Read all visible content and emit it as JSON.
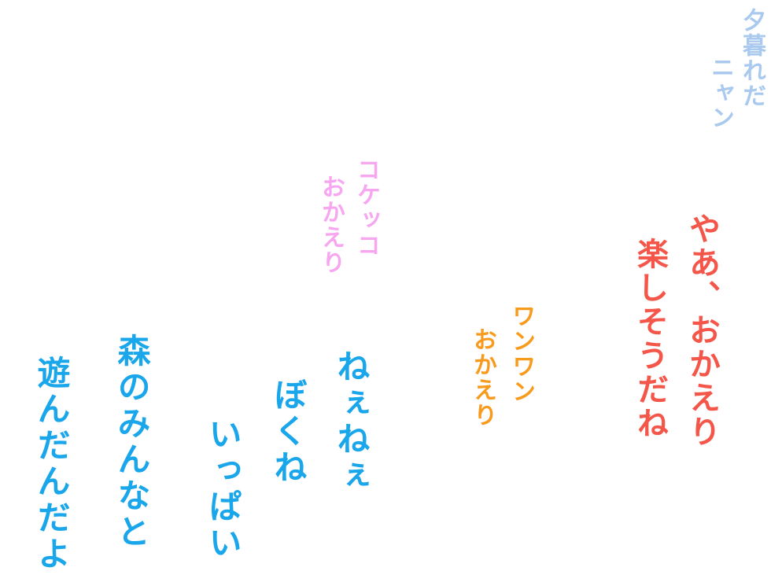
{
  "lines": {
    "cat_1": "夕暮れだ",
    "cat_2": "ニャン",
    "rooster_1": "コケッコ",
    "rooster_2": "おかえり",
    "main_1": "やあ、おかえり",
    "main_2": "楽しそうだね",
    "dog_1": "ワンワン",
    "dog_2": "おかえり",
    "kid_1": "ねぇねぇ",
    "kid_2": "ぼくね",
    "kid_3": "いっぱい",
    "kid_4": "森のみんなと",
    "kid_5": "遊んだんだよ"
  },
  "colors": {
    "cat": "#a9c9ef",
    "rooster": "#f7a6f0",
    "main": "#f4574a",
    "dog": "#f89a1c",
    "kid": "#1aa6ea",
    "background": "#ffffff"
  }
}
